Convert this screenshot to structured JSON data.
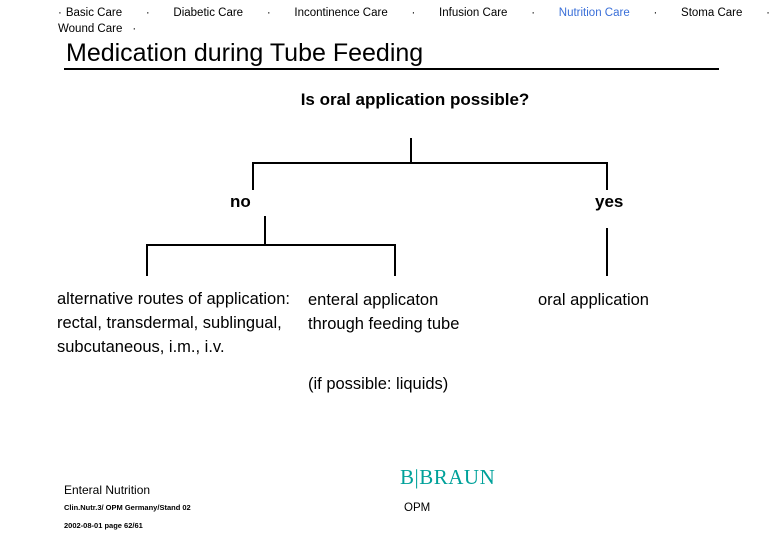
{
  "nav": {
    "items": [
      {
        "label": "Basic Care",
        "active": false
      },
      {
        "label": "Diabetic Care",
        "active": false
      },
      {
        "label": "Incontinence Care",
        "active": false
      },
      {
        "label": "Infusion Care",
        "active": false
      },
      {
        "label": "Nutrition Care",
        "active": true
      },
      {
        "label": "Stoma Care",
        "active": false
      },
      {
        "label": "Wound Care",
        "active": false
      }
    ],
    "separator": "·"
  },
  "title": "Medication during Tube Feeding",
  "flow": {
    "question": "Is oral application possible?",
    "branch_no": "no",
    "branch_yes": "yes",
    "leaf_left": "alternative routes of application: rectal, transdermal, sublingual, subcutaneous,  i.m., i.v.",
    "leaf_mid": "enteral applicaton through feeding tube",
    "leaf_mid_note": "(if possible: liquids)",
    "leaf_right": "oral application"
  },
  "footer": {
    "heading": "Enteral Nutrition",
    "line1": "Clin.Nutr.3/ OPM  Germany/Stand 02",
    "line2": "2002-08-01   page 62/61",
    "logo_left": "B",
    "logo_sep": "|",
    "logo_right": "BRAUN",
    "opm": "OPM"
  },
  "colors": {
    "accent": "#00a19a",
    "active_link": "#3a6fd8",
    "text": "#000000",
    "background": "#ffffff"
  }
}
